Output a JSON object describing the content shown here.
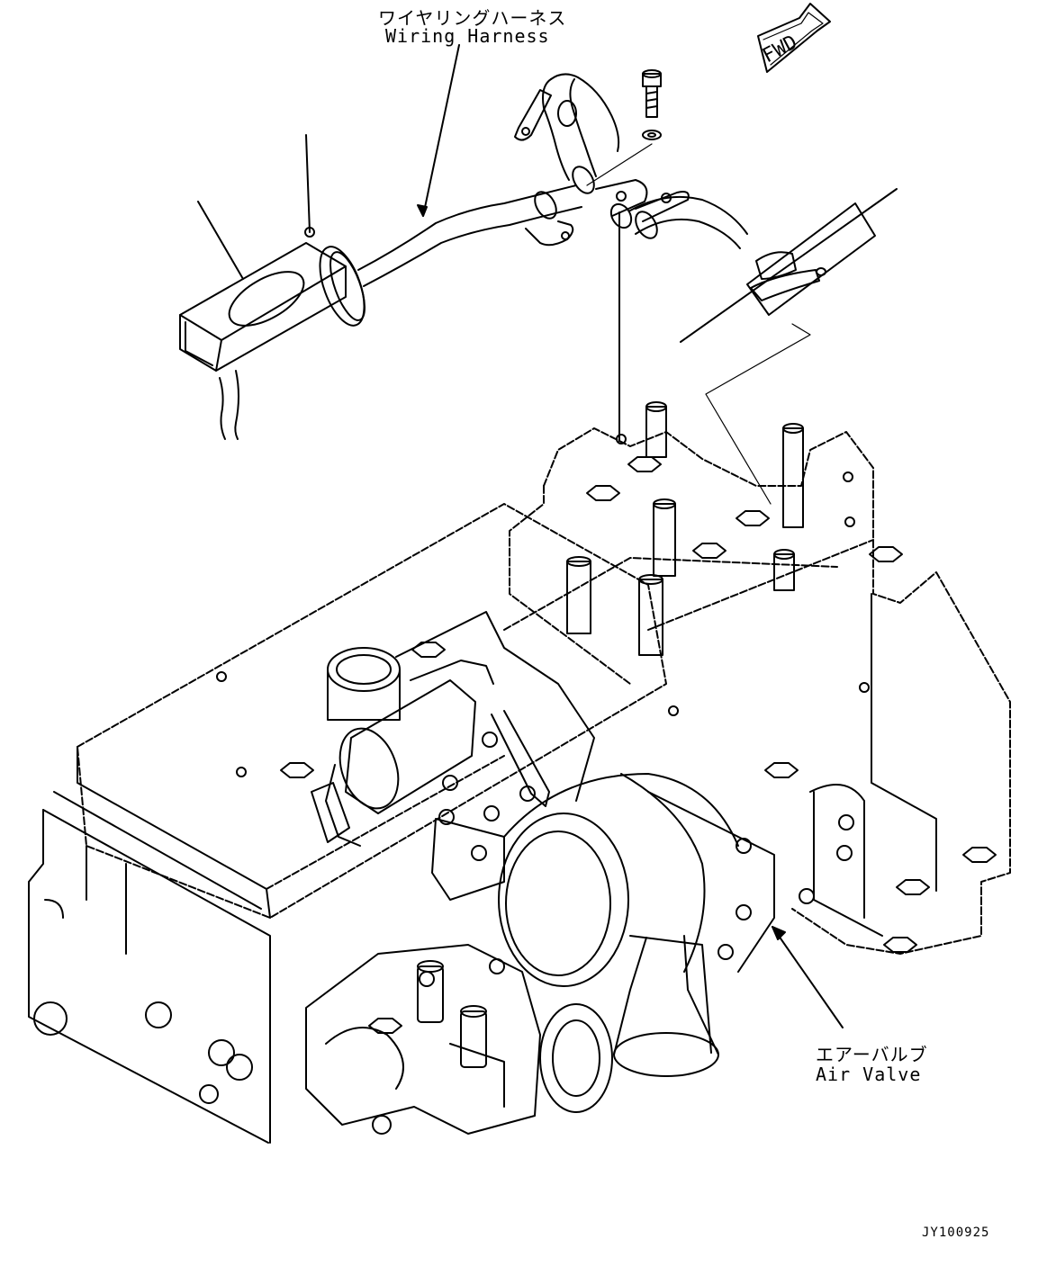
{
  "labels": {
    "wiring_harness": {
      "jp": "ワイヤリングハーネス",
      "en": "Wiring Harness"
    },
    "air_valve": {
      "jp": "エアーバルブ",
      "en": "Air Valve"
    },
    "fwd": "FWD",
    "drawing_code": "JY100925"
  },
  "colors": {
    "line": "#000000",
    "background": "#ffffff"
  }
}
